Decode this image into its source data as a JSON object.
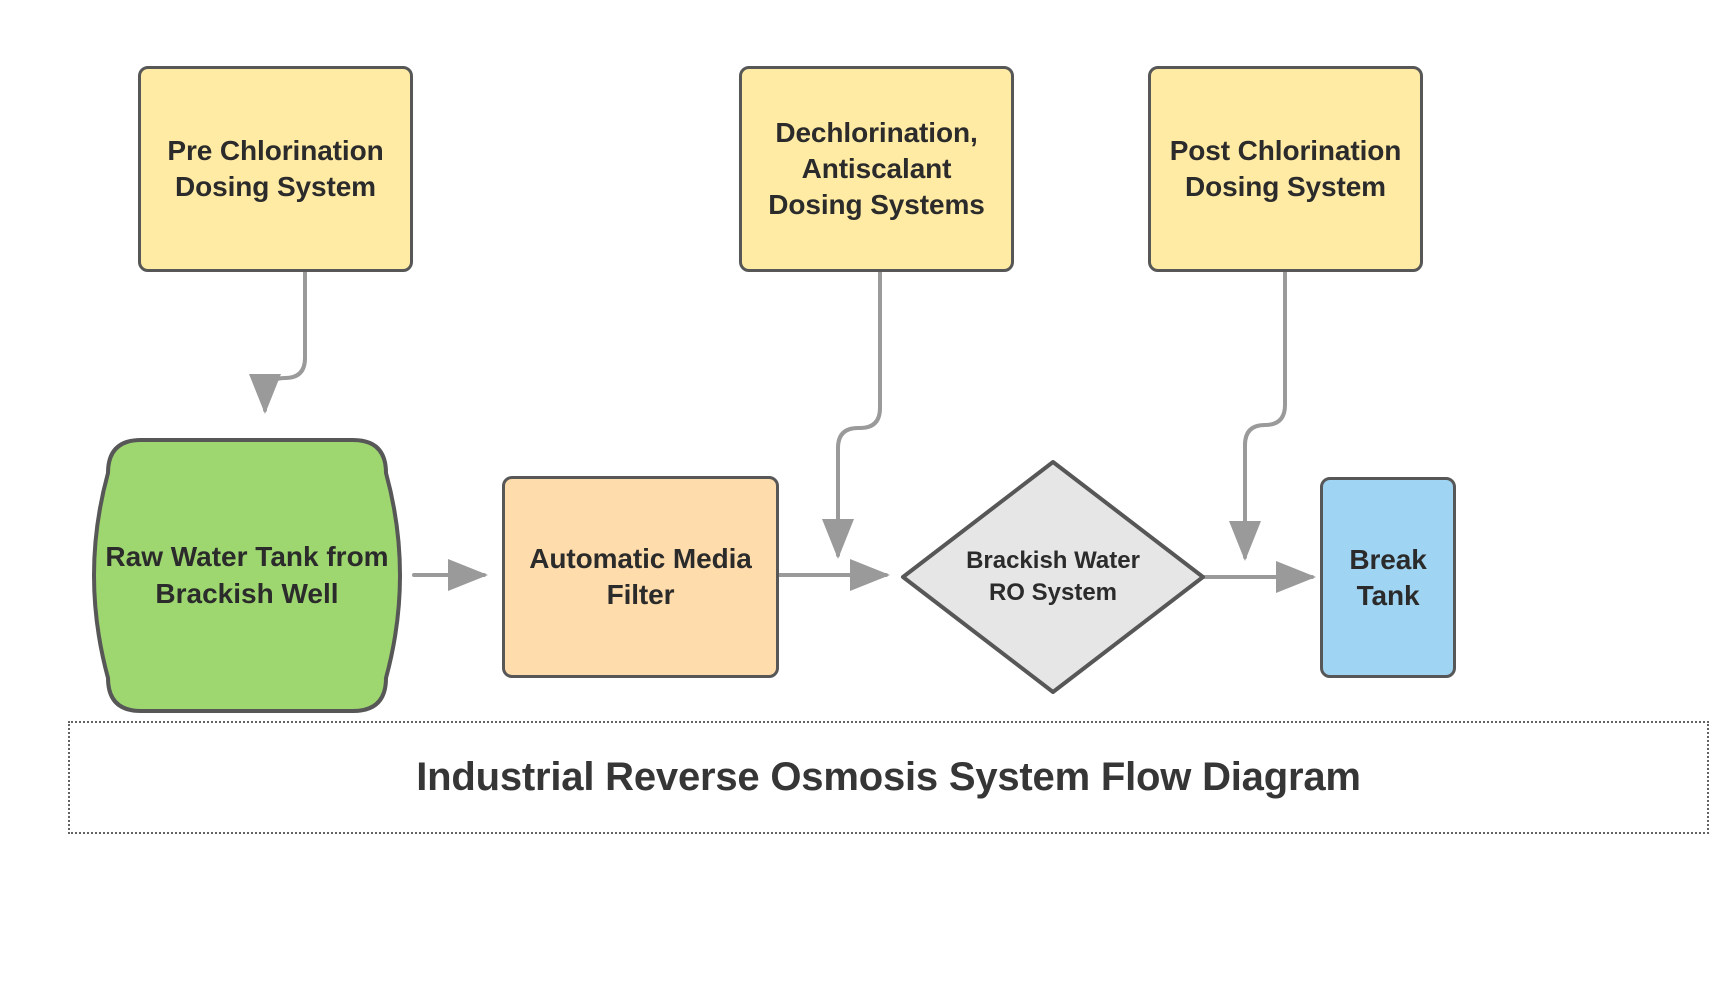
{
  "diagram": {
    "title": "Industrial Reverse Osmosis System Flow Diagram",
    "background_color": "#ffffff",
    "edge_color": "#9a9a9a",
    "node_border_color": "#575757",
    "text_color": "#2b2b2b",
    "nodes": [
      {
        "id": "pre-chlorination",
        "label": "Pre Chlorination\nDosing System",
        "shape": "rounded-rect",
        "fill": "#ffeba4"
      },
      {
        "id": "dechlorination-antiscalant",
        "label": "Dechlorination,\nAntiscalant\nDosing Systems",
        "shape": "rounded-rect",
        "fill": "#ffeba4"
      },
      {
        "id": "post-chlorination",
        "label": "Post Chlorination\nDosing System",
        "shape": "rounded-rect",
        "fill": "#ffeba4"
      },
      {
        "id": "raw-water-tank",
        "label": "Raw Water Tank from\nBrackish Well",
        "shape": "cylinder",
        "fill": "#9ed670"
      },
      {
        "id": "automatic-media-filter",
        "label": "Automatic Media\nFilter",
        "shape": "rounded-rect",
        "fill": "#ffdcab"
      },
      {
        "id": "brackish-water-ro-system",
        "label": "Brackish Water\nRO System",
        "shape": "diamond",
        "fill": "#e6e6e6"
      },
      {
        "id": "break-tank",
        "label": "Break\nTank",
        "shape": "rounded-rect",
        "fill": "#9fd4f2"
      }
    ],
    "edges": [
      {
        "from": "pre-chlorination",
        "to": "raw-water-tank"
      },
      {
        "from": "raw-water-tank",
        "to": "automatic-media-filter"
      },
      {
        "from": "automatic-media-filter",
        "to": "brackish-water-ro-system"
      },
      {
        "from": "dechlorination-antiscalant",
        "to": "brackish-water-ro-system"
      },
      {
        "from": "brackish-water-ro-system",
        "to": "break-tank"
      },
      {
        "from": "post-chlorination",
        "to": "break-tank"
      }
    ]
  }
}
